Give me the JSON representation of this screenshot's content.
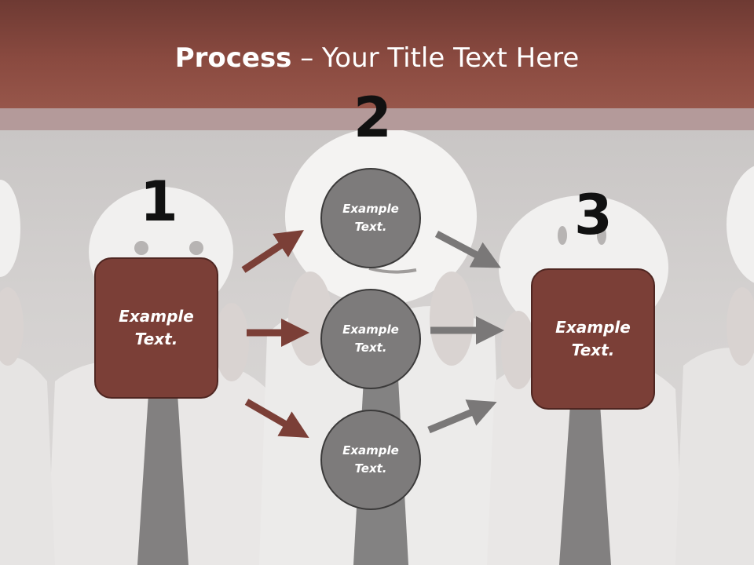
{
  "title": {
    "bold": "Process",
    "rest": " – Your Title Text Here"
  },
  "steps": [
    {
      "number": "1",
      "text": "Example\nText."
    },
    {
      "number": "2"
    },
    {
      "number": "3",
      "text": "Example\nText."
    }
  ],
  "circles": [
    {
      "text": "Example\nText."
    },
    {
      "text": "Example\nText."
    },
    {
      "text": "Example\nText."
    }
  ],
  "colors": {
    "header": "#8a4a40",
    "box_fill": "#7b3f37",
    "circle_fill": "#7d7b7b",
    "arrow_red": "#7b3f37",
    "arrow_gray": "#7a7878"
  }
}
